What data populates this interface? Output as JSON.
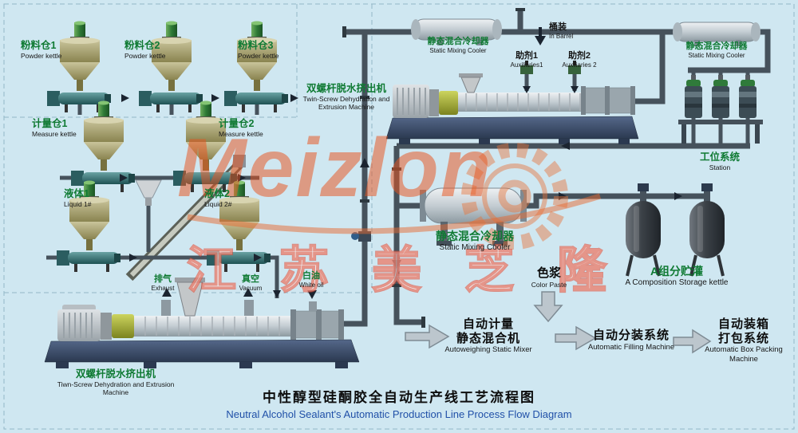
{
  "title": {
    "zh": "中性醇型硅酮胶全自动生产线工艺流程图",
    "en": "Neutral Alcohol Sealant's Automatic Production Line Process Flow Diagram"
  },
  "watermark": {
    "brand": "Meizlon",
    "zh": "江苏美芝隆"
  },
  "labels": {
    "powder1": {
      "zh": "粉料仓1",
      "en": "Powder kettle"
    },
    "powder2": {
      "zh": "粉料仓2",
      "en": "Powder kettle"
    },
    "powder3": {
      "zh": "粉料仓3",
      "en": "Powder kettle"
    },
    "measure1": {
      "zh": "计量仓1",
      "en": "Measure kettle"
    },
    "measure2": {
      "zh": "计量仓2",
      "en": "Measure kettle"
    },
    "liquid1": {
      "zh": "液体1",
      "en": "Liquid 1#"
    },
    "liquid2": {
      "zh": "液体2",
      "en": "Liquid 2#"
    },
    "extruder_left": {
      "zh": "双螺杆脱水挤出机",
      "en": "Tiwn-Screw Dehydration and Extrusion Machine"
    },
    "extruder_top": {
      "zh": "双螺杆脱水挤出机",
      "en": "Twin-Screw Dehydration and Extrusion Machine"
    },
    "exhaust": {
      "zh": "排气",
      "en": "Exhaust"
    },
    "vacuum": {
      "zh": "真空",
      "en": "Vacuum"
    },
    "white_oil": {
      "zh": "白油",
      "en": "White oil"
    },
    "cooler_top_left": {
      "zh": "静态混合冷却器",
      "en": "Static Mixing Cooler"
    },
    "cooler_top_right": {
      "zh": "静态混合冷却器",
      "en": "Static Mixing Cooler"
    },
    "cooler_middle": {
      "zh": "静态混合冷却器",
      "en": "Static Mixing Cooler"
    },
    "in_barrel": {
      "zh": "桶装",
      "en": "In Barrel"
    },
    "aux1": {
      "zh": "助剂1",
      "en": "Auxiliaries1"
    },
    "aux2": {
      "zh": "助剂2",
      "en": "Auxiliaries 2"
    },
    "station": {
      "zh": "工位系统",
      "en": "Station"
    },
    "storage": {
      "zh": "A组分贮灌",
      "en": "A Composition Storage kettle"
    },
    "color_paste": {
      "zh": "色浆",
      "en": "Color Paste"
    },
    "mixer": {
      "zh1": "自动计量",
      "zh2": "静态混合机",
      "en": "Autoweighing Static Mixer"
    },
    "filling": {
      "zh": "自动分装系统",
      "en": "Automatic Filling Machine"
    },
    "packing": {
      "zh1": "自动装箱",
      "zh2": "打包系统",
      "en": "Automatic Box Packing Machine"
    }
  },
  "colors": {
    "bg": "#cfe7f1",
    "label_green": "#0f7a33",
    "label_dark": "#161616",
    "title_en_blue": "#2050a8",
    "watermark_orange": "#e8541e",
    "pipe": "#46525c"
  }
}
